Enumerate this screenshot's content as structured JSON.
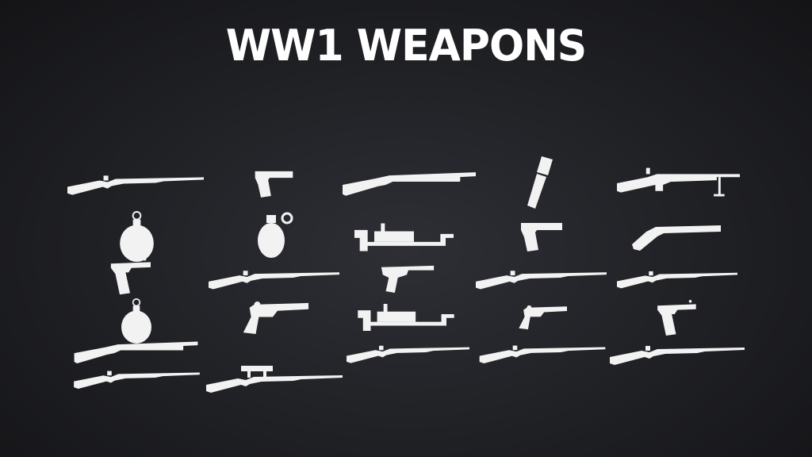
{
  "title": "WW1 WEAPONS",
  "colors": {
    "background": "#1f2024",
    "icon": "#f2f2f2",
    "title": "#ffffff"
  },
  "icons": [
    "rifle",
    "pistol",
    "shotgun",
    "stick-grenade",
    "light-machine-gun",
    "pineapple-grenade",
    "egg-grenade",
    "heavy-machine-gun",
    "semi-auto-pistol",
    "sawed-off-shotgun",
    "luger-pistol",
    "mauser-pistol",
    "revolver",
    "sniper-rifle"
  ]
}
